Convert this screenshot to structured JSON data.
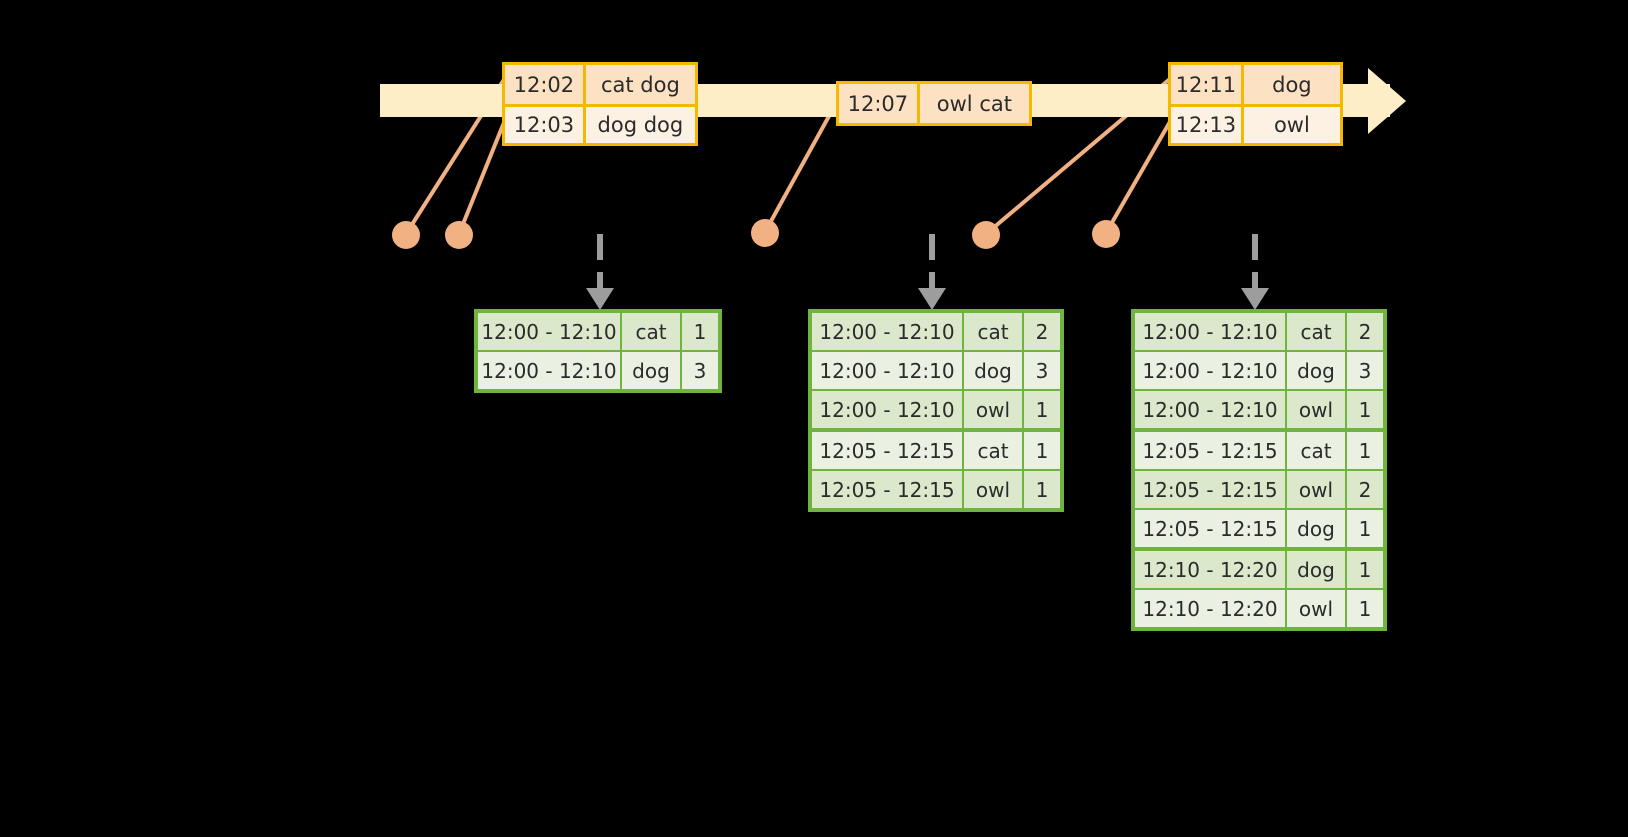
{
  "timeline": {
    "bar_color": "#fdeec8",
    "border_color": "#f5b800",
    "event_groups": [
      {
        "name": "event-group-1",
        "events": [
          {
            "time": "12:02",
            "value": "cat dog"
          },
          {
            "time": "12:03",
            "value": "dog dog"
          }
        ]
      },
      {
        "name": "event-group-2",
        "events": [
          {
            "time": "12:07",
            "value": "owl cat"
          }
        ]
      },
      {
        "name": "event-group-3",
        "events": [
          {
            "time": "12:11",
            "value": "dog"
          },
          {
            "time": "12:13",
            "value": "owl"
          }
        ]
      }
    ]
  },
  "markers": {
    "dot_color": "#f2b183",
    "leader_color": "#f2b183",
    "count": 5
  },
  "tables": {
    "accent_color": "#6eb43f",
    "snapshots": [
      {
        "name": "window-snapshot-1",
        "rows": [
          {
            "range": "12:00 - 12:10",
            "key": "cat",
            "count": "1",
            "group": 0
          },
          {
            "range": "12:00 - 12:10",
            "key": "dog",
            "count": "3",
            "group": 0
          }
        ]
      },
      {
        "name": "window-snapshot-2",
        "rows": [
          {
            "range": "12:00 - 12:10",
            "key": "cat",
            "count": "2",
            "group": 0
          },
          {
            "range": "12:00 - 12:10",
            "key": "dog",
            "count": "3",
            "group": 0
          },
          {
            "range": "12:00 - 12:10",
            "key": "owl",
            "count": "1",
            "group": 0
          },
          {
            "range": "12:05 - 12:15",
            "key": "cat",
            "count": "1",
            "group": 1
          },
          {
            "range": "12:05 - 12:15",
            "key": "owl",
            "count": "1",
            "group": 1
          }
        ]
      },
      {
        "name": "window-snapshot-3",
        "rows": [
          {
            "range": "12:00 - 12:10",
            "key": "cat",
            "count": "2",
            "group": 0
          },
          {
            "range": "12:00 - 12:10",
            "key": "dog",
            "count": "3",
            "group": 0
          },
          {
            "range": "12:00 - 12:10",
            "key": "owl",
            "count": "1",
            "group": 0
          },
          {
            "range": "12:05 - 12:15",
            "key": "cat",
            "count": "1",
            "group": 1
          },
          {
            "range": "12:05 - 12:15",
            "key": "owl",
            "count": "2",
            "group": 1
          },
          {
            "range": "12:05 - 12:15",
            "key": "dog",
            "count": "1",
            "group": 1
          },
          {
            "range": "12:10 - 12:20",
            "key": "dog",
            "count": "1",
            "group": 2
          },
          {
            "range": "12:10 - 12:20",
            "key": "owl",
            "count": "1",
            "group": 2
          }
        ]
      }
    ]
  }
}
